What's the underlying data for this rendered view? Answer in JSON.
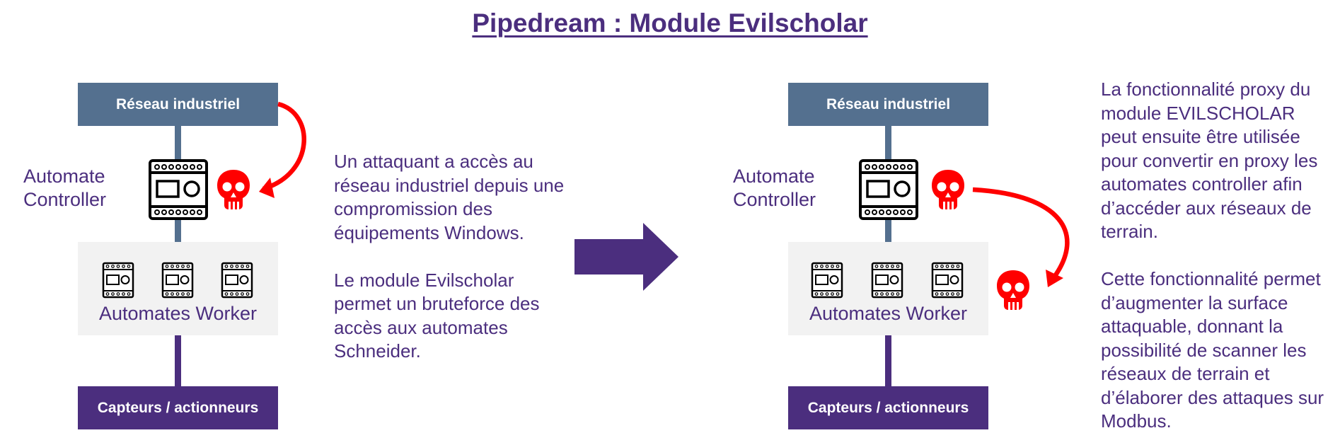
{
  "title": "Pipedream : Module Evilscholar",
  "left_panel": {
    "top_box": "Réseau industriel",
    "controller_label_line1": "Automate",
    "controller_label_line2": "Controller",
    "workers_label": "Automates Worker",
    "bottom_box": "Capteurs / actionneurs",
    "desc_para1": "Un attaquant a accès au réseau industriel depuis une compromission des équipements Windows.",
    "desc_para2": "Le module Evilscholar permet un bruteforce des accès aux automates Schneider."
  },
  "right_panel": {
    "top_box": "Réseau industriel",
    "controller_label_line1": "Automate",
    "controller_label_line2": "Controller",
    "workers_label": "Automates Worker",
    "bottom_box": "Capteurs / actionneurs",
    "desc_para1": "La fonctionnalité proxy du module EVILSCHOLAR peut ensuite être utilisée pour convertir en proxy les automates controller afin d’accéder aux réseaux de terrain.",
    "desc_para2": "Cette fonctionnalité permet d’augmenter la surface attaquable, donnant la possibilité de scanner les réseaux de terrain et d’élaborer des attaques sur Modbus."
  },
  "icons": {
    "controller": "plc-controller-icon",
    "worker": "plc-worker-icon",
    "threat": "skull-icon",
    "attack_path": "red-curved-arrow",
    "transition": "right-arrow"
  },
  "colors": {
    "title": "#4b2e7e",
    "network_box": "#54708f",
    "field_box": "#4b2e7e",
    "threat": "#ff0000",
    "panel_bg": "#f2f2f2"
  }
}
